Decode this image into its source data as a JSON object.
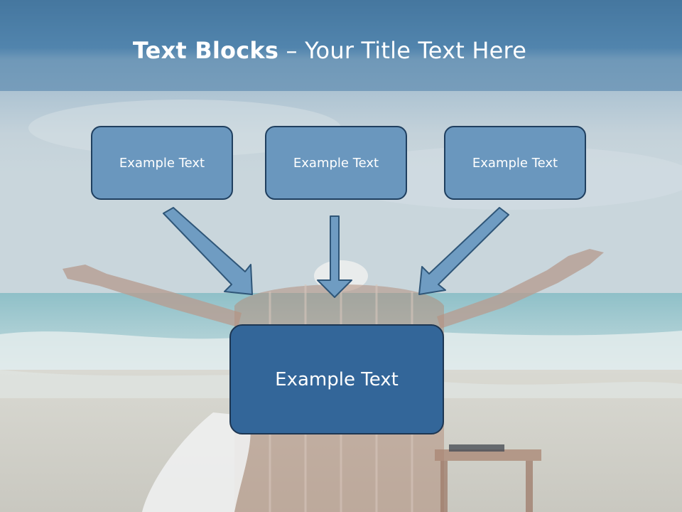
{
  "slide": {
    "title_bold": "Text Blocks",
    "title_dash": " – ",
    "title_rest": "Your Title Text Here"
  },
  "blocks": {
    "left": "Example Text",
    "middle": "Example Text",
    "right": "Example Text",
    "center": "Example Text"
  },
  "colors": {
    "title_bar": "#4a7ea8",
    "top_box_fill": "#6a97be",
    "center_box_fill": "#336699",
    "box_border": "#1f3f5f",
    "arrow_fill": "#6f9cc2",
    "arrow_stroke": "#2f5678"
  }
}
